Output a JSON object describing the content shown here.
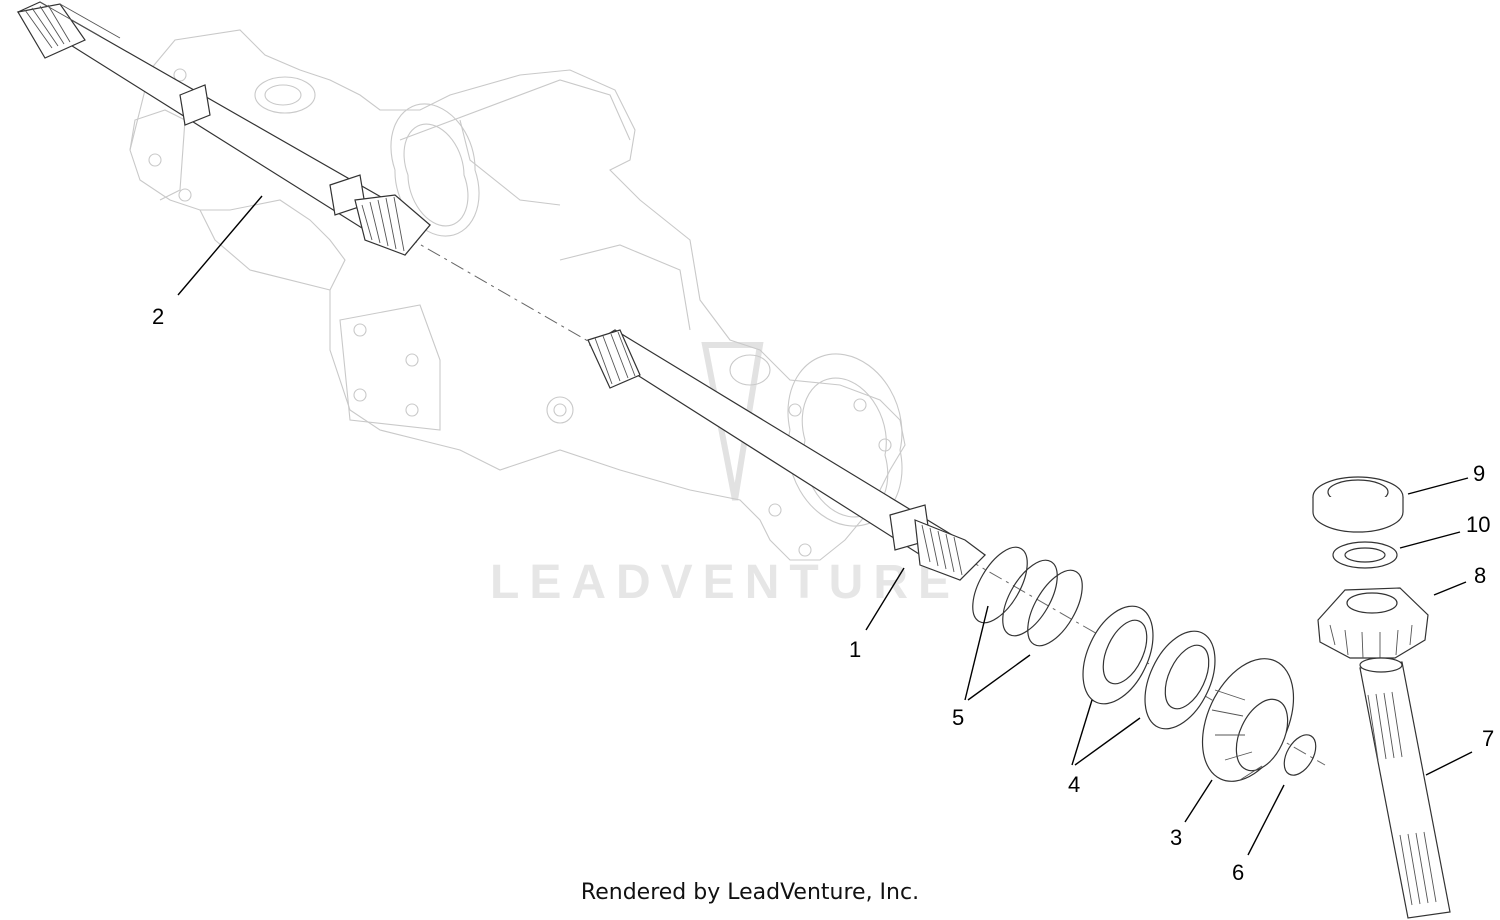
{
  "diagram": {
    "watermark": "LEADVENTURE",
    "credit": "Rendered by LeadVenture, Inc.",
    "callouts": [
      {
        "id": "1",
        "label": "1"
      },
      {
        "id": "2",
        "label": "2"
      },
      {
        "id": "3",
        "label": "3"
      },
      {
        "id": "4",
        "label": "4"
      },
      {
        "id": "5",
        "label": "5"
      },
      {
        "id": "6",
        "label": "6"
      },
      {
        "id": "7",
        "label": "7"
      },
      {
        "id": "8",
        "label": "8"
      },
      {
        "id": "9",
        "label": "9"
      },
      {
        "id": "10",
        "label": "10"
      }
    ]
  }
}
